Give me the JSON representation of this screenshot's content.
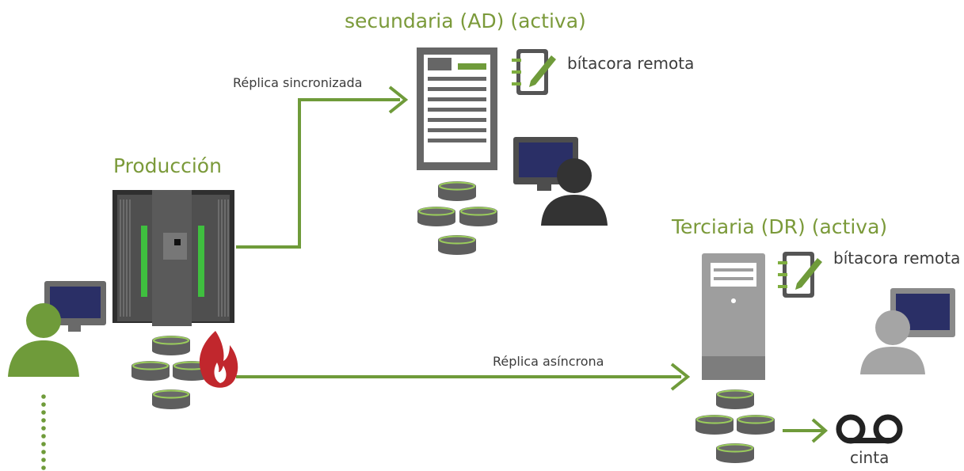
{
  "diagram": {
    "sites": {
      "production": "Producción",
      "secondary": "secundaria (AD) (activa)",
      "tertiary": "Terciaria (DR) (activa)"
    },
    "links": {
      "sync_replica": "Réplica sincronizada",
      "async_replica": "Réplica asíncrona"
    },
    "labels": {
      "remote_log_secondary": "bítacora remota",
      "remote_log_tertiary": "bítacora remota",
      "tape": "cinta"
    },
    "icons": [
      "user-icon",
      "monitor-icon",
      "server-icon",
      "database-icon",
      "notebook-icon",
      "fire-icon",
      "tape-icon",
      "arrow-icon"
    ],
    "colors": {
      "green": "#6f9b3a",
      "dark_gray": "#4d4d4d",
      "mid_gray": "#7a7a7a",
      "light_gray": "#a5a5a5",
      "navy": "#2a2f66",
      "fire_red": "#c1272d"
    }
  }
}
